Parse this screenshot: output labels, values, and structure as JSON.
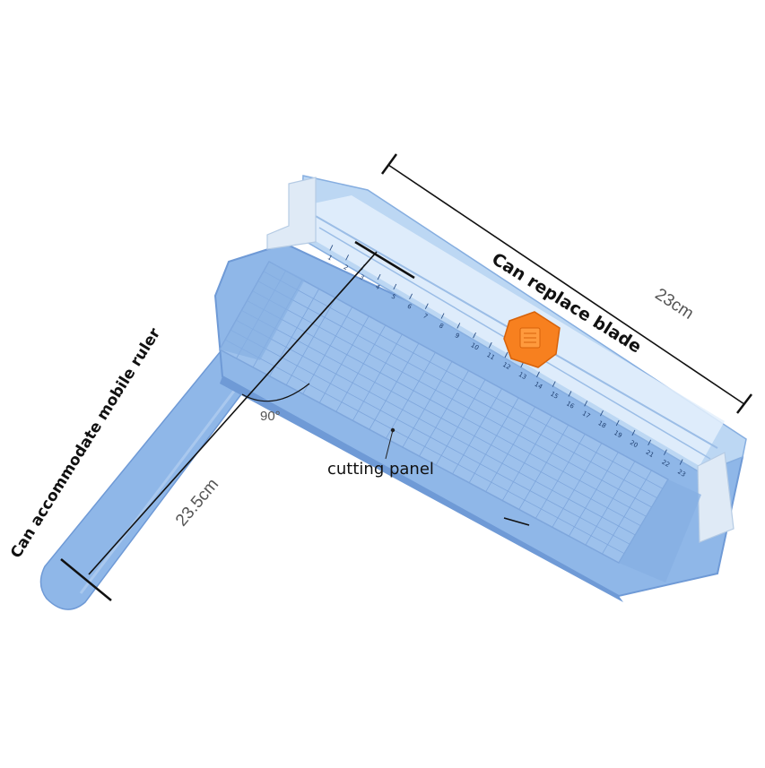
{
  "annotations": {
    "replace_blade": "Can replace blade",
    "width_dim": "23cm",
    "ruler_length": "23.5cm",
    "angle": "90°",
    "mobile_ruler": "Can accommodate mobile ruler",
    "cutting_panel": "cutting panel"
  },
  "ruler_ticks": [
    "1",
    "2",
    "3",
    "4",
    "5",
    "6",
    "7",
    "8",
    "9",
    "10",
    "11",
    "12",
    "13",
    "14",
    "15",
    "16",
    "17",
    "18",
    "19",
    "20",
    "21",
    "22",
    "23"
  ],
  "colors": {
    "body": "#8fb7e8",
    "body_dark": "#6f9ad6",
    "panel": "#9dc1ec",
    "grid": "#7ea6dc",
    "track": "#cfe3f7",
    "blade": "#f7801f",
    "line": "#111111"
  }
}
